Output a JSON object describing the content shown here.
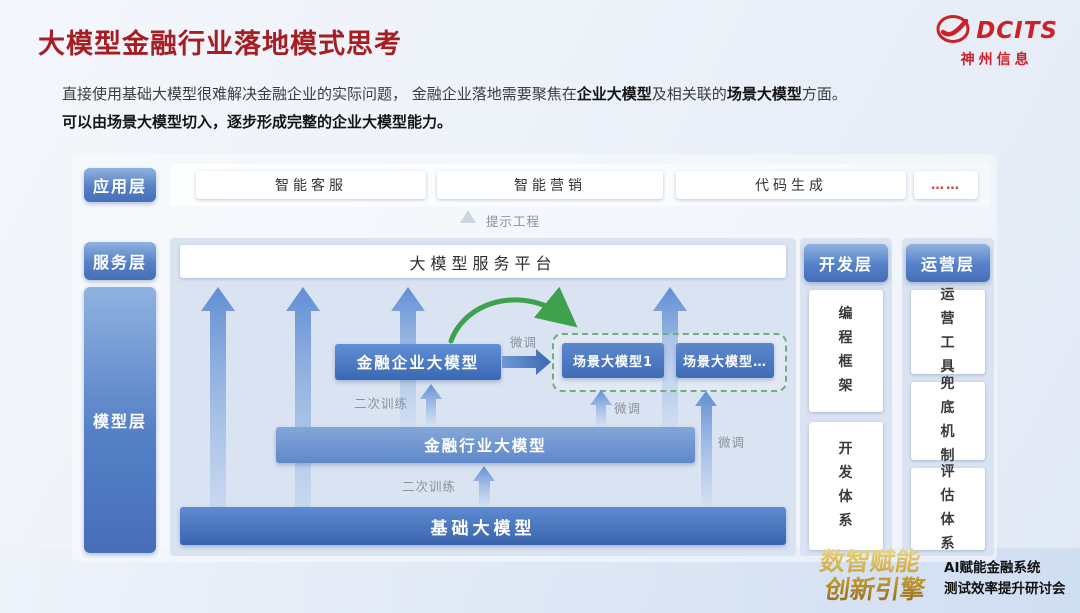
{
  "colors": {
    "title_red": "#a61e23",
    "brand_red": "#cc2128",
    "accent_blue": "#4a77c0",
    "green_arrow": "#3fa14e",
    "gold": "#c69a2e"
  },
  "header": {
    "title": "大模型金融行业落地模式思考",
    "logo": {
      "brand": "DCITS",
      "company": "神州信息"
    }
  },
  "intro": {
    "p1_normal1": "直接使用基础大模型很难解决金融企业的实际问题， 金融企业落地需要聚焦在",
    "p1_bold1": "企业大模型",
    "p1_normal2": "及相关联的",
    "p1_bold2": "场景大模型",
    "p1_normal3": "方面。",
    "p2": "可以由场景大模型切入，逐步形成完整的企业大模型能力。"
  },
  "layers": {
    "application": {
      "label": "应用层",
      "items": [
        "智能客服",
        "智能营销",
        "代码生成"
      ],
      "more": "……"
    },
    "service": {
      "label": "服务层",
      "platform": "大模型服务平台"
    },
    "model": {
      "label": "模型层",
      "enterprise_model": "金融企业大模型",
      "scenario_models": [
        "场景大模型1",
        "场景大模型…"
      ],
      "industry_model": "金融行业大模型",
      "base_model": "基础大模型"
    },
    "development": {
      "label": "开发层",
      "items": [
        "编程框架",
        "开发体系"
      ]
    },
    "operation": {
      "label": "运营层",
      "items": [
        "运营工具",
        "兜底机制",
        "评估体系"
      ]
    }
  },
  "annotations": {
    "prompt_engineering": "提示工程",
    "finetune": "微调",
    "secondary_training": "二次训练"
  },
  "footer": {
    "slogan_line1": "数智赋能",
    "slogan_line2": "创新引擎",
    "event_line1": "AI赋能金融系统",
    "event_line2": "测试效率提升研讨会"
  }
}
